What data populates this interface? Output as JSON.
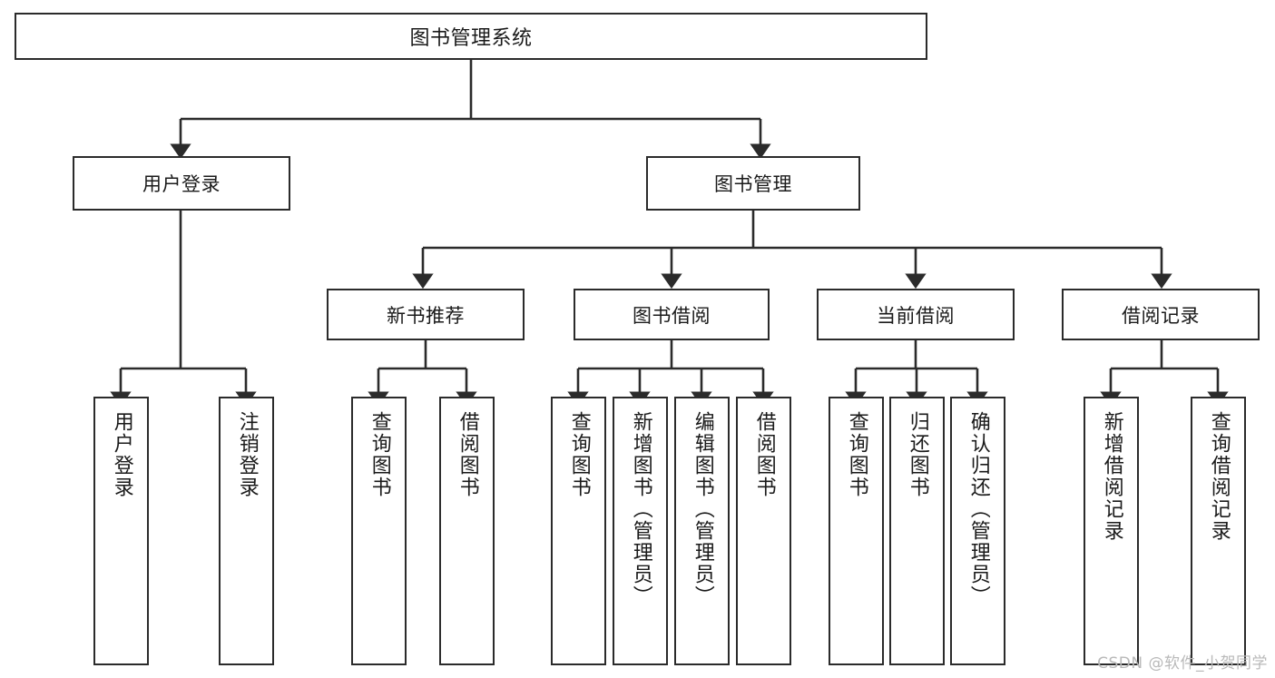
{
  "diagram": {
    "type": "hierarchy-tree",
    "title": "图书管理系统",
    "levels": 4,
    "root": {
      "label": "图书管理系统"
    },
    "level2": [
      {
        "label": "用户登录"
      },
      {
        "label": "图书管理"
      }
    ],
    "level3": [
      {
        "label": "新书推荐",
        "parent": "图书管理"
      },
      {
        "label": "图书借阅",
        "parent": "图书管理"
      },
      {
        "label": "当前借阅",
        "parent": "图书管理"
      },
      {
        "label": "借阅记录",
        "parent": "图书管理"
      }
    ],
    "leaves": [
      {
        "label": "用户登录",
        "parent": "用户登录"
      },
      {
        "label": "注销登录",
        "parent": "用户登录"
      },
      {
        "label": "查询图书",
        "parent": "新书推荐"
      },
      {
        "label": "借阅图书",
        "parent": "新书推荐"
      },
      {
        "label": "查询图书",
        "parent": "图书借阅"
      },
      {
        "label": "新增图书（管理员）",
        "parent": "图书借阅"
      },
      {
        "label": "编辑图书（管理员）",
        "parent": "图书借阅"
      },
      {
        "label": "借阅图书",
        "parent": "图书借阅"
      },
      {
        "label": "查询图书",
        "parent": "当前借阅"
      },
      {
        "label": "归还图书",
        "parent": "当前借阅"
      },
      {
        "label": "确认归还（管理员）",
        "parent": "当前借阅"
      },
      {
        "label": "新增借阅记录",
        "parent": "借阅记录"
      },
      {
        "label": "查询借阅记录",
        "parent": "借阅记录"
      }
    ]
  },
  "watermark": {
    "text": "CSDN @软件_小贺同学"
  },
  "colors": {
    "stroke": "#2b2b2b",
    "fill": "#ffffff",
    "text": "#1a1a1a",
    "watermark": "#b9b9b9"
  }
}
